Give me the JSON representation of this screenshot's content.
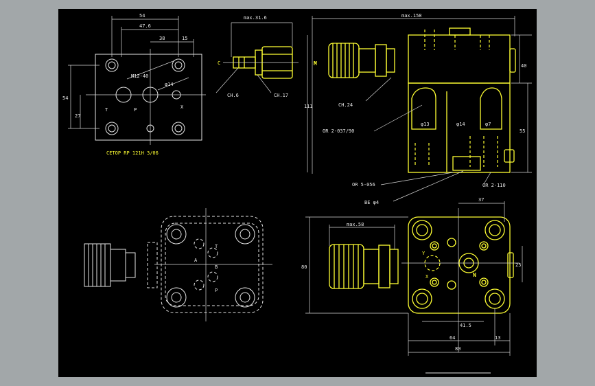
{
  "drawing": {
    "top_left": {
      "dim_54": "54",
      "dim_47_6": "47.6",
      "dim_38": "38",
      "dim_15": "15",
      "dim_left_54": "54",
      "dim_27": "27",
      "m12": "M12-40",
      "phi14": "φ14",
      "port_t": "T",
      "port_p": "P",
      "port_x": "X",
      "caption": "CETOP RP 121H 3/06"
    },
    "top_mid": {
      "dim_max": "max.31.6",
      "label_c": "C",
      "ch6": "CH.6",
      "ch17": "CH.17"
    },
    "top_right": {
      "dim_max": "max.158",
      "ch24": "CH.24",
      "or_a": "OR 2-037/90",
      "or_b": "OR 5-056",
      "or_c": "OR 2-110",
      "or_d": "BE φ4",
      "d13": "φ13",
      "d14": "φ14",
      "d7": "φ7",
      "dim_40": "40",
      "dim_55": "55",
      "dim_111": "111",
      "label_m": "M"
    },
    "bottom_left": {
      "port_t": "T",
      "port_a": "A",
      "port_b": "B",
      "port_p": "P"
    },
    "bottom_right": {
      "dim_37": "37",
      "dim_max": "max.58",
      "dim_80v": "80",
      "port_y": "Y",
      "port_x": "X",
      "port_n": "N",
      "dim_25": "25",
      "dim_41_5": "41.5",
      "dim_64": "64",
      "dim_13": "13",
      "dim_80": "80"
    }
  }
}
